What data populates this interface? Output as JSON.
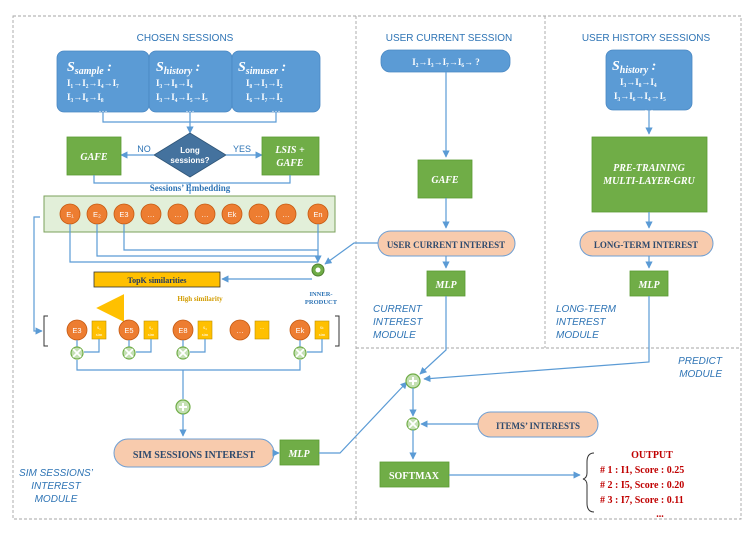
{
  "sections": {
    "chosen": "CHOSEN SESSIONS",
    "current": "USER CURRENT SESSION",
    "history": "USER HISTORY SESSIONS"
  },
  "sessions": {
    "sample": {
      "title": "S",
      "sub": "sample",
      "line1": "I₁→I₂→I₄→I₇",
      "line2": "I₃→I₆→I₈",
      "dots": "…"
    },
    "history": {
      "title": "S",
      "sub": "history",
      "line1": "I₃→I₈→I₄",
      "line2": "I₃→I₄→I₅→I₅",
      "dots": "…"
    },
    "simuser": {
      "title": "S",
      "sub": "simuser",
      "line1": "I₈→I₃→I₂",
      "line2": "I₆→I₇→I₂",
      "dots": "…"
    },
    "current": {
      "line": "I₂→I₃→I₇→I₆→ ?"
    },
    "right_history": {
      "title": "S",
      "sub": "history",
      "line1": "I₃→I₈→I₄",
      "line2": "I₃→I₆→I₄→I₅",
      "dots": "…"
    }
  },
  "decision": {
    "line1": "Long",
    "line2": "sessions?",
    "no": "NO",
    "yes": "YES"
  },
  "boxes": {
    "gafe_left": "GAFE",
    "lsis_line1": "LSIS +",
    "lsis_line2": "GAFE",
    "gafe_mid": "GAFE",
    "pretrain_line1": "PRE-TRAINING",
    "pretrain_line2": "MULTI-LAYER-GRU",
    "mlp_mid": "MLP",
    "mlp_right": "MLP",
    "mlp_sim": "MLP",
    "softmax": "SOFTMAX"
  },
  "embedding": {
    "label": "Sessions’ Embedding",
    "nodes": [
      "E₁",
      "E₂",
      "E3",
      "…",
      "…",
      "…",
      "Ek",
      "…",
      "…",
      "En"
    ]
  },
  "topk": {
    "label": "TopK similarities",
    "high": "High similarity",
    "inner1": "INNER-",
    "inner2": "PRODUCT"
  },
  "ranked": [
    {
      "node": "E3",
      "score1": "s₁",
      "score2": "sim"
    },
    {
      "node": "E5",
      "score1": "s₂",
      "score2": "sim"
    },
    {
      "node": "E8",
      "score1": "s₃",
      "score2": "sim"
    },
    {
      "node": "…",
      "score1": "…",
      "score2": ""
    },
    {
      "node": "Ek",
      "score1": "sₖ",
      "score2": "sim"
    }
  ],
  "interests": {
    "current": "USER CURRENT INTEREST",
    "longterm": "LONG-TERM INTEREST",
    "sim": "SIM SESSIONS INTEREST",
    "items": "ITEMS’ INTERESTS"
  },
  "modules": {
    "current": [
      "CURRENT",
      "INTEREST",
      "MODULE"
    ],
    "longterm": [
      "LONG-TERM",
      "INTEREST",
      "MODULE"
    ],
    "predict": [
      "PREDICT",
      "MODULE"
    ],
    "sim": [
      "SIM SESSIONS’",
      "INTEREST",
      "MODULE"
    ]
  },
  "output": {
    "title": "OUTPUT",
    "rows": [
      "# 1 : I1, Score : 0.25",
      "# 2 : I5, Score : 0.20",
      "# 3 : I7, Score : 0.11"
    ],
    "more": "..."
  },
  "colors": {
    "session_blue": "#5b9bd5",
    "process_green": "#70ad47",
    "interest_peach": "#f8cbad",
    "node_orange": "#ed7d31",
    "score_yellow": "#ffc000",
    "output_red": "#c00000"
  }
}
